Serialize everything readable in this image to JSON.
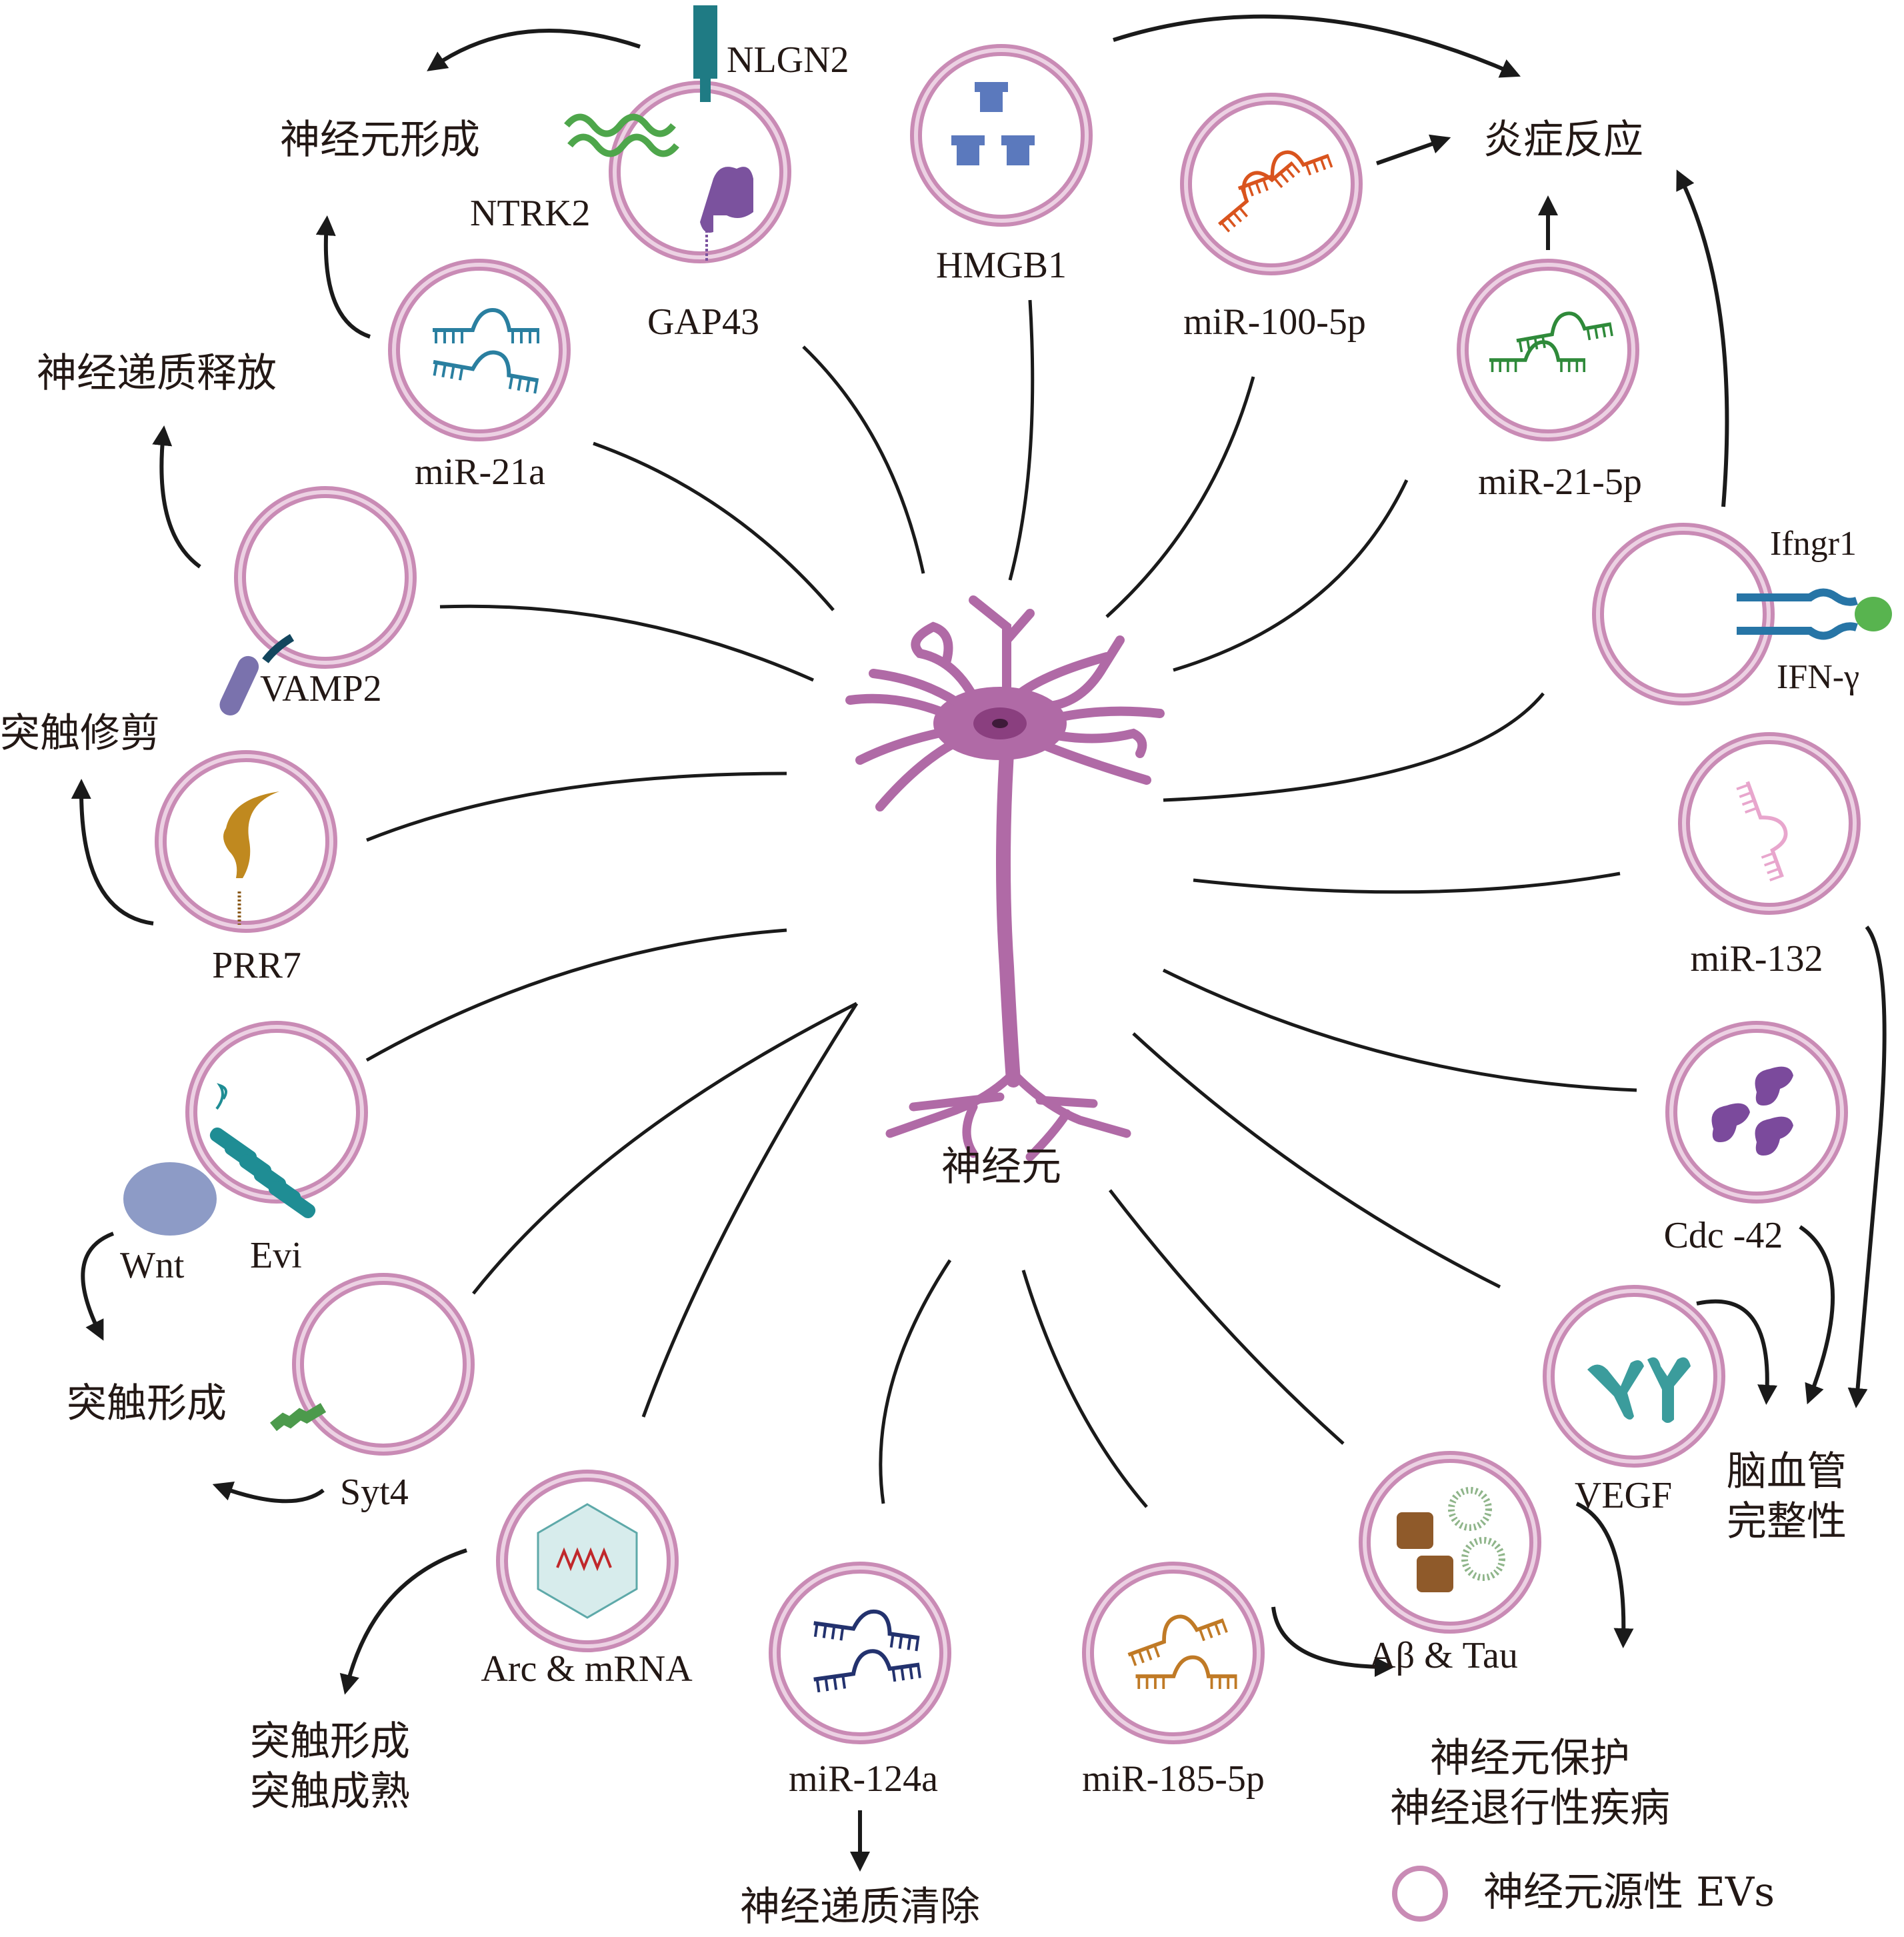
{
  "title": "神经元源性EVs的功能示意图",
  "colors": {
    "membrane": "#c98bb5",
    "membrane_inner": "#ecd1e3",
    "neuron": "#b06aa6",
    "neuron_nucleus": "#8a3f7f",
    "arrow": "#1a1a1a",
    "text": "#231815",
    "mirna_blue": "#2a7fa0",
    "mirna_orange": "#d9541e",
    "mirna_green": "#2f8a3a",
    "mirna_pink": "#e8a6cd",
    "mirna_navy": "#23326e",
    "mirna_gold": "#c07a26",
    "hmgb1": "#5b79bd",
    "nlgn2": "#1f7b84",
    "ntrk2": "#4ea64b",
    "gap43": "#7b529e",
    "vamp2": "#7a72ad",
    "prr7": "#c0891f",
    "evi": "#1f8d94",
    "wnt": "#8d9bc6",
    "syt4": "#4c9a4c",
    "arc_hex": "#d7ecec",
    "arc_wave": "#c0282b",
    "cdc42": "#7b4a9c",
    "vegf": "#3b9c9c",
    "abeta": "#8f5a2a",
    "tau": "#8fb58a",
    "ifngr1": "#2775a6",
    "ifng": "#58b44f"
  },
  "center": {
    "label": "神经元",
    "icon": "neuron-icon"
  },
  "vesicles": [
    {
      "id": "gap43",
      "label": "GAP43",
      "cargo_icon": "gap43-protein-icon",
      "extra_labels": [
        "NLGN2",
        "NTRK2"
      ]
    },
    {
      "id": "hmgb1",
      "label": "HMGB1",
      "cargo_icon": "hmgb1-protein-icon"
    },
    {
      "id": "mir100",
      "label": "miR-100-5p",
      "cargo_icon": "mirna-icon"
    },
    {
      "id": "mir21-5p",
      "label": "miR-21-5p",
      "cargo_icon": "mirna-icon"
    },
    {
      "id": "ifngr1",
      "label": "Ifngr1",
      "cargo_icon": "receptor-icon",
      "extra_labels": [
        "IFN-γ"
      ]
    },
    {
      "id": "mir132",
      "label": "miR-132",
      "cargo_icon": "mirna-icon"
    },
    {
      "id": "cdc42",
      "label": "Cdc -42",
      "cargo_icon": "cdc42-protein-icon"
    },
    {
      "id": "vegf",
      "label": "VEGF",
      "cargo_icon": "vegf-protein-icon"
    },
    {
      "id": "abtau",
      "label": "Aβ & Tau",
      "cargo_icon": "aggregate-icon"
    },
    {
      "id": "mir185",
      "label": "miR-185-5p",
      "cargo_icon": "mirna-icon"
    },
    {
      "id": "mir124",
      "label": "miR-124a",
      "cargo_icon": "mirna-icon"
    },
    {
      "id": "arc",
      "label": "Arc & mRNA",
      "cargo_icon": "arc-capsid-icon"
    },
    {
      "id": "syt4",
      "label": "Syt4",
      "cargo_icon": "syt4-protein-icon"
    },
    {
      "id": "evi",
      "label": "Evi",
      "cargo_icon": "evi-transmembrane-icon",
      "extra_labels": [
        "Wnt"
      ]
    },
    {
      "id": "prr7",
      "label": "PRR7",
      "cargo_icon": "prr7-protein-icon"
    },
    {
      "id": "vamp2",
      "label": "VAMP2",
      "cargo_icon": "vamp2-protein-icon"
    },
    {
      "id": "mir21a",
      "label": "miR-21a",
      "cargo_icon": "mirna-icon"
    }
  ],
  "outcomes": {
    "neurogenesis": "神经元形成",
    "neurotransmitter_release": "神经递质释放",
    "synaptic_pruning": "突触修剪",
    "synapse_formation": "突触形成",
    "synapse_formation_maturation": "突触形成\n突触成熟",
    "neurotransmitter_clearance": "神经递质清除",
    "neuroprotection": "神经元保护\n神经退行性疾病",
    "cerebrovascular": "脑血管\n完整性",
    "inflammation": "炎症反应"
  },
  "legend": {
    "label": "神经元源性 EVs",
    "icon": "vesicle-legend-icon"
  }
}
